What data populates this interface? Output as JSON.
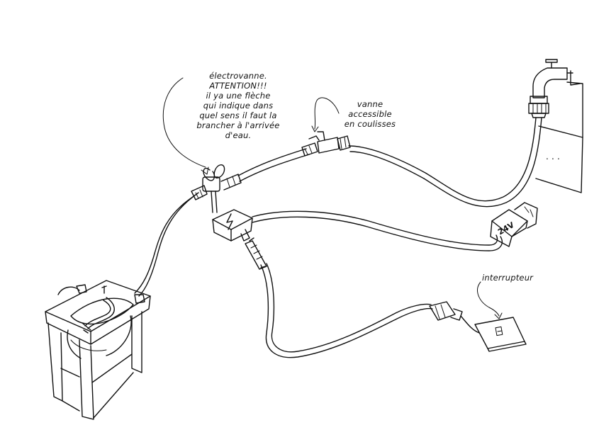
{
  "annotations": {
    "solenoid_valve": [
      "électrovanne.",
      "ATTENTION!!!",
      "il ya une flèche",
      "qui indique dans",
      "quel sens il faut la",
      "brancher à l'arrivée",
      "d'eau."
    ],
    "valve_access": [
      "vanne",
      "accessible",
      "en coulisses"
    ],
    "switch": "interrupteur",
    "transformer": "24V",
    "wall_dots": ". . ."
  }
}
